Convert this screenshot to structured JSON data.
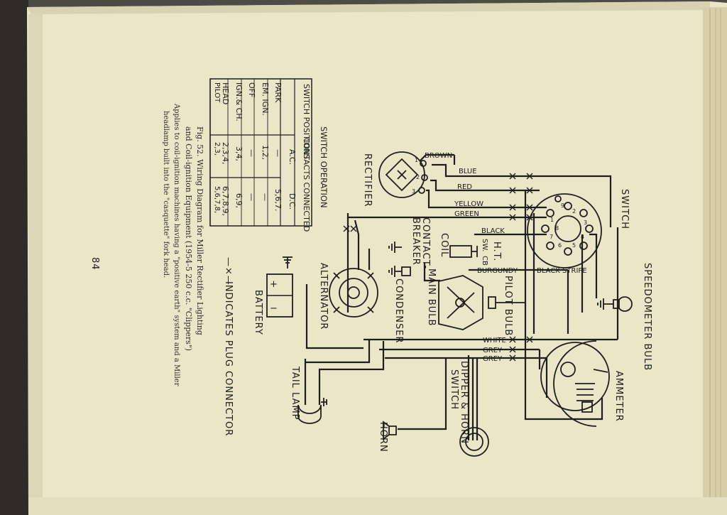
{
  "page_number": "84",
  "labels": {
    "switch": "SWITCH",
    "speedometer_bulb": "SPEEDOMETER BULB",
    "ammeter": "AMMETER",
    "dipper_horn_switch_1": "DIPPER & HORN",
    "dipper_horn_switch_2": "SWITCH",
    "horn": "HORN",
    "tail_lamp": "TAIL LAMP",
    "battery": "BATTERY",
    "alternator": "ALTERNATOR",
    "rectifier": "RECTIFIER",
    "coil": "COIL",
    "ht": "H.T.",
    "sw": "SW.",
    "cb": "CB",
    "contact_breaker_1": "CONTACT-",
    "contact_breaker_2": "BREAKER",
    "condenser": "CONDENSER",
    "main_bulb": "MAIN BULB",
    "pilot_bulb": "PILOT BULB",
    "plus": "+",
    "minus": "−"
  },
  "wires": {
    "brown": "BROWN",
    "blue": "BLUE",
    "red": "RED",
    "yellow": "YELLOW",
    "green": "GREEN",
    "black": "BLACK",
    "burgundy": "BURGUNDY",
    "black_stripe": "BLACK STRIPE",
    "white": "WHITE",
    "grey1": "GREY",
    "grey2": "GREY"
  },
  "switch_terminals": [
    "1",
    "2",
    "3",
    "4",
    "5",
    "6",
    "7",
    "8",
    "9"
  ],
  "rectifier_terminals": [
    "1",
    "2",
    "3"
  ],
  "legend": {
    "symbol": "—×—",
    "text": "INDICATES PLUG CONNECTOR"
  },
  "switch_table": {
    "title": "SWITCH OPERATION",
    "col_positions": "SWITCH POSITIONS",
    "col_contacts": "CONTACTS CONNECTED",
    "col_ac": "A.C.",
    "col_dc": "D.C.",
    "rows": [
      {
        "position": "PARK",
        "ac": "—",
        "dc": "5,6,7."
      },
      {
        "position": "EM. IGN.",
        "ac": "1,2,",
        "dc": "—"
      },
      {
        "position": "OFF",
        "ac": "—",
        "dc": "—"
      },
      {
        "position": "IGN.& CH.",
        "ac": "3,4,",
        "dc": "6,9,"
      },
      {
        "position": "HEAD",
        "ac": "2,3,4,",
        "dc": "6,7,8,9,"
      },
      {
        "position": "PILOT",
        "ac": "2,3,",
        "dc": "5,6,7,8,"
      }
    ]
  },
  "caption": {
    "line1": "Fig. 52. Wiring Diagram for Miller Rectifier Lighting",
    "line2": "and Coil-ignition Equipment (1954-5 250 c.c. \"Clippers\")",
    "line3": "Applies to coil-ignition machines having a \"positive earth\" system and a Miller",
    "line4": "headlamp built into the \"casquette\" fork head."
  }
}
